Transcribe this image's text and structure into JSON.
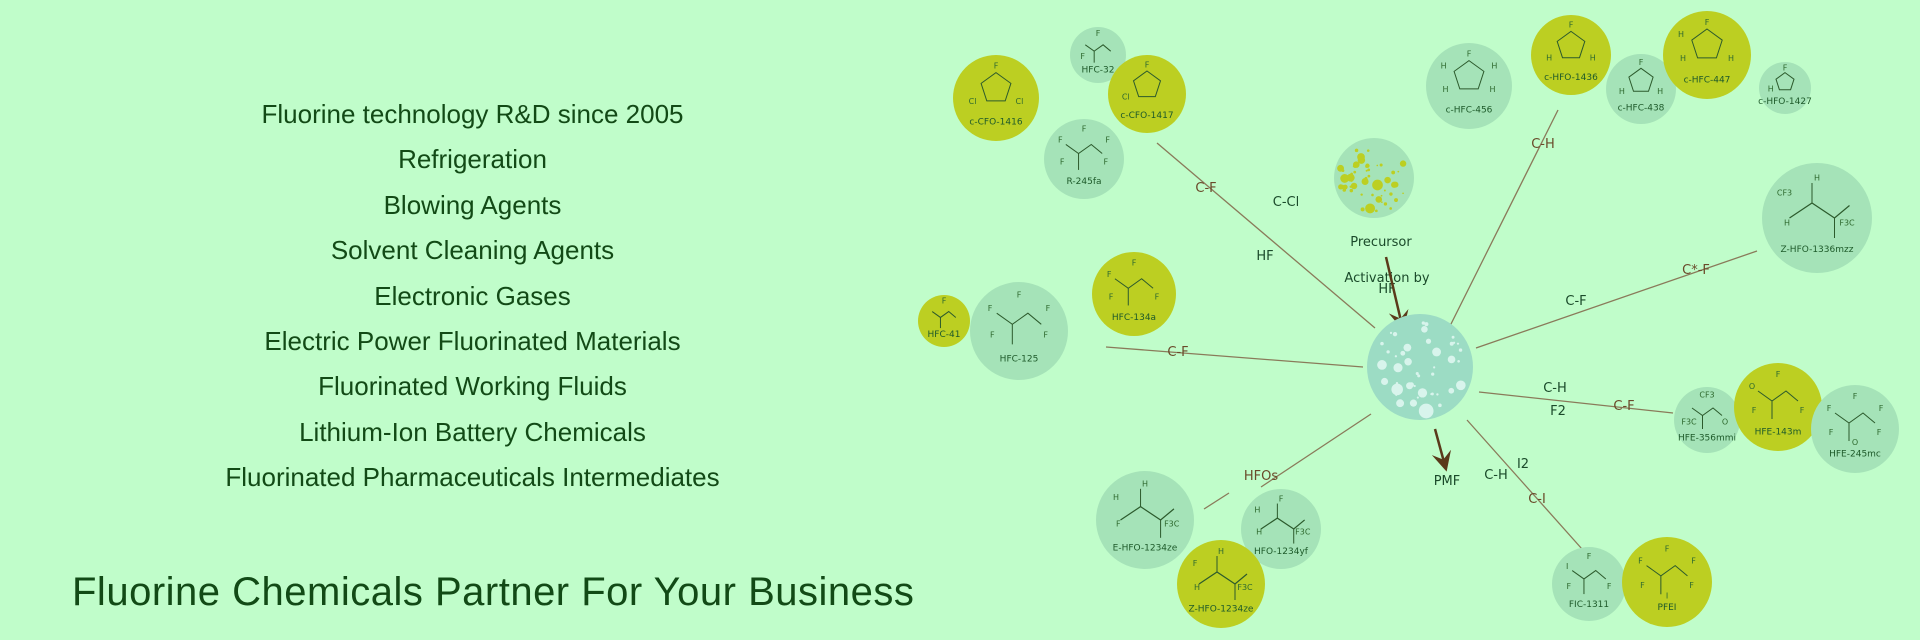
{
  "services": [
    "Fluorine technology R&D since 2005",
    "Refrigeration",
    "Blowing Agents",
    "Solvent Cleaning Agents",
    "Electronic Gases",
    "Electric Power Fluorinated Materials",
    "Fluorinated Working Fluids",
    "Lithium-Ion Battery Chemicals",
    "Fluorinated Pharmaceuticals Intermediates"
  ],
  "tagline": "Fluorine Chemicals Partner For Your Business",
  "colors": {
    "background": "#c0fdca",
    "text": "#124a16",
    "highlight_circle": "#bccf22",
    "muted_circle": "#a5e3b8",
    "hub": "#9cdcc4",
    "bond_line": "#8a7a5a",
    "bond_label_brown": "#6a4a2a",
    "bond_label_green": "#1a4a2a",
    "arrow": "#5a3a1a"
  },
  "diagram": {
    "precursor_label": "Precursor",
    "activation_label": [
      "Activation by",
      "HF"
    ],
    "product_label": "PMF",
    "molecules": [
      {
        "label": "c-CFO-1416",
        "style": "highlight",
        "structure": "ring",
        "atoms": [
          "F",
          "Cl",
          "Cl"
        ]
      },
      {
        "label": "HFC-32",
        "style": "muted",
        "structure": "chain",
        "atoms": [
          "F",
          "F"
        ]
      },
      {
        "label": "c-CFO-1417",
        "style": "highlight",
        "structure": "ring",
        "atoms": [
          "F",
          "Cl"
        ]
      },
      {
        "label": "R-245fa",
        "style": "muted",
        "structure": "chain",
        "atoms": [
          "F",
          "F",
          "F",
          "F",
          "F"
        ]
      },
      {
        "label": "c-HFC-456",
        "style": "muted",
        "structure": "ring",
        "atoms": [
          "F",
          "H",
          "H",
          "H",
          "H"
        ]
      },
      {
        "label": "c-HFO-1436",
        "style": "highlight",
        "structure": "ring",
        "atoms": [
          "F",
          "H",
          "H"
        ]
      },
      {
        "label": "c-HFC-438",
        "style": "muted",
        "structure": "ring",
        "atoms": [
          "F",
          "H",
          "H"
        ]
      },
      {
        "label": "c-HFC-447",
        "style": "highlight",
        "structure": "ring",
        "atoms": [
          "F",
          "H",
          "H",
          "H"
        ]
      },
      {
        "label": "c-HFO-1427",
        "style": "muted",
        "structure": "ring",
        "atoms": [
          "F",
          "H"
        ]
      },
      {
        "label": "Z-HFO-1336mzz",
        "style": "muted",
        "structure": "alkene",
        "atoms": [
          "H",
          "H",
          "F3C",
          "CF3"
        ]
      },
      {
        "label": "HFC-41",
        "style": "highlight",
        "structure": "chain",
        "atoms": [
          "F"
        ]
      },
      {
        "label": "HFC-125",
        "style": "muted",
        "structure": "chain",
        "atoms": [
          "F",
          "F",
          "F",
          "F",
          "F"
        ]
      },
      {
        "label": "HFC-134a",
        "style": "highlight",
        "structure": "chain",
        "atoms": [
          "F",
          "F",
          "F",
          "F"
        ]
      },
      {
        "label": "HFE-356mmi",
        "style": "muted",
        "structure": "chain",
        "atoms": [
          "CF3",
          "F3C",
          "O"
        ]
      },
      {
        "label": "HFE-143m",
        "style": "highlight",
        "structure": "chain",
        "atoms": [
          "F",
          "F",
          "F",
          "O"
        ]
      },
      {
        "label": "HFE-245mc",
        "style": "muted",
        "structure": "chain",
        "atoms": [
          "F",
          "F",
          "F",
          "F",
          "F",
          "O"
        ]
      },
      {
        "label": "E-HFO-1234ze",
        "style": "muted",
        "structure": "alkene",
        "atoms": [
          "H",
          "F",
          "F3C",
          "H"
        ]
      },
      {
        "label": "HFO-1234yf",
        "style": "muted",
        "structure": "alkene",
        "atoms": [
          "F",
          "H",
          "F3C",
          "H"
        ]
      },
      {
        "label": "Z-HFO-1234ze",
        "style": "highlight",
        "structure": "alkene",
        "atoms": [
          "H",
          "H",
          "F3C",
          "F"
        ]
      },
      {
        "label": "FIC-1311",
        "style": "muted",
        "structure": "chain",
        "atoms": [
          "F",
          "F",
          "F",
          "I"
        ]
      },
      {
        "label": "PFEI",
        "style": "highlight",
        "structure": "chain",
        "atoms": [
          "F",
          "F",
          "F",
          "F",
          "F",
          "I"
        ]
      }
    ],
    "bond_labels": [
      {
        "text": "C-F",
        "tone": "brown"
      },
      {
        "text": "C-Cl",
        "tone": "green"
      },
      {
        "text": "HF",
        "tone": "green"
      },
      {
        "text": "C-H",
        "tone": "brown"
      },
      {
        "text": "C-F",
        "tone": "green"
      },
      {
        "text": "C*-F",
        "tone": "brown"
      },
      {
        "text": "C-F",
        "tone": "brown"
      },
      {
        "text": "C-H",
        "tone": "green"
      },
      {
        "text": "F2",
        "tone": "green"
      },
      {
        "text": "C-F",
        "tone": "brown"
      },
      {
        "text": "I2",
        "tone": "green"
      },
      {
        "text": "C-H",
        "tone": "green"
      },
      {
        "text": "C-I",
        "tone": "brown"
      },
      {
        "text": "HFOs",
        "tone": "brown"
      }
    ]
  }
}
